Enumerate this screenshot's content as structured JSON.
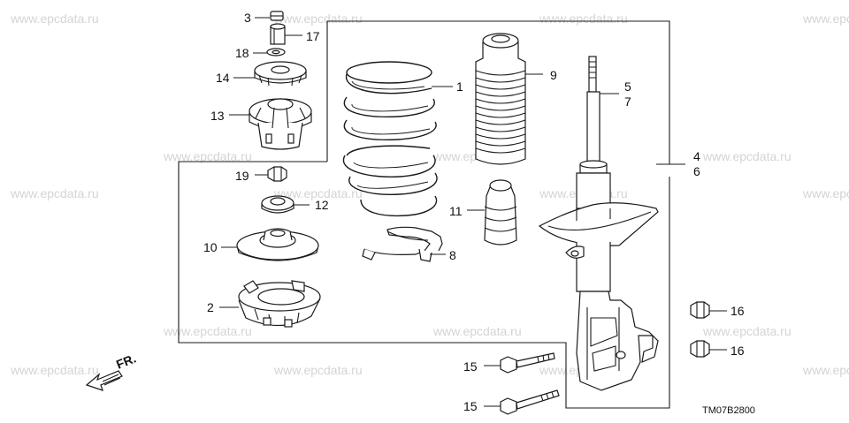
{
  "watermark": "www.epcdata.ru",
  "diagram_code": "TM07B2800",
  "direction_label": "FR.",
  "callouts": {
    "c1": "1",
    "c2": "2",
    "c3": "3",
    "c4": "4",
    "c5": "5",
    "c6": "6",
    "c7": "7",
    "c8": "8",
    "c9": "9",
    "c10": "10",
    "c11": "11",
    "c12": "12",
    "c13": "13",
    "c14": "14",
    "c15a": "15",
    "c15b": "15",
    "c16a": "16",
    "c16b": "16",
    "c17": "17",
    "c18": "18",
    "c19": "19"
  }
}
